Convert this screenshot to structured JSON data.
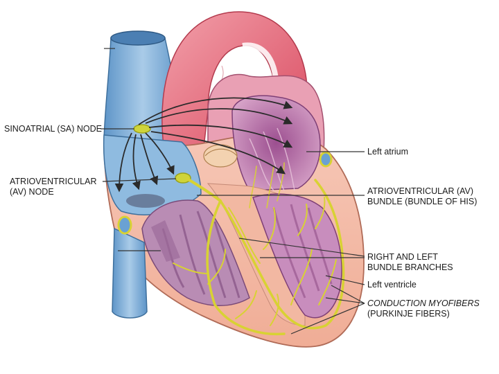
{
  "colors": {
    "vena_cava": "#7fb0d8",
    "aorta": "#e8707e",
    "myocardium": "#f4b7a6",
    "chamber": "#b57ba6",
    "conduction": "#d8d233",
    "arrow": "#2a2a2a",
    "label_line": "#333333"
  },
  "labels": {
    "sa_node": "SINOATRIAL (SA) NODE",
    "av_node_line1": "ATRIOVENTRICULAR",
    "av_node_line2": "(AV) NODE",
    "left_atrium": "Left atrium",
    "av_bundle_line1": "ATRIOVENTRICULAR (AV)",
    "av_bundle_line2": "BUNDLE (BUNDLE OF HIS)",
    "bundle_branches_line1": "RIGHT AND LEFT",
    "bundle_branches_line2": "BUNDLE BRANCHES",
    "left_ventricle": "Left ventricle",
    "conduction_line1": "CONDUCTION MYOFIBERS",
    "conduction_line2": "(PURKINJE FIBERS)"
  }
}
